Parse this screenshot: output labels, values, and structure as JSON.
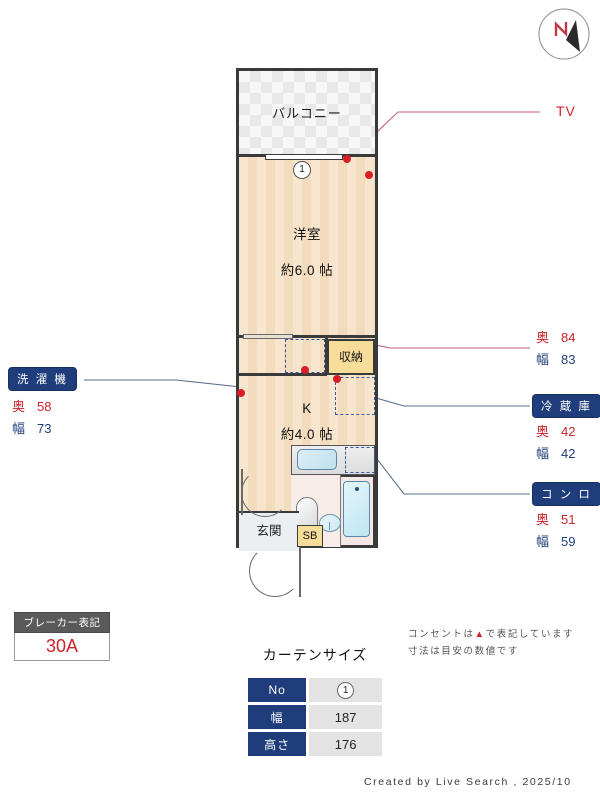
{
  "compass": {
    "north_letter": "N"
  },
  "plan": {
    "balcony_label": "バルコニー",
    "window_no": "1",
    "room1_name": "洋室",
    "room1_size": "約6.0 帖",
    "closet_label": "収納",
    "kitchen_name": "K",
    "kitchen_size": "約4.0 帖",
    "entrance_label": "玄関",
    "shoebox_label": "SB"
  },
  "callouts": {
    "tv": {
      "label": "TV"
    },
    "washer": {
      "tag": "洗 濯 機",
      "depth_key": "奥",
      "depth_value": "58",
      "width_key": "幅",
      "width_value": "73"
    },
    "closet_dims": {
      "depth_key": "奥",
      "depth_value": "84",
      "width_key": "幅",
      "width_value": "83"
    },
    "fridge": {
      "tag": "冷 蔵 庫",
      "depth_key": "奥",
      "depth_value": "42",
      "width_key": "幅",
      "width_value": "42"
    },
    "stove": {
      "tag": "コ ン ロ",
      "depth_key": "奥",
      "depth_value": "51",
      "width_key": "幅",
      "width_value": "59"
    }
  },
  "breaker": {
    "header": "ブレーカー表記",
    "value": "30A"
  },
  "curtain": {
    "title": "カーテンサイズ",
    "rows": [
      {
        "header": "No",
        "value": "1"
      },
      {
        "header": "幅",
        "value": "187"
      },
      {
        "header": "高さ",
        "value": "176"
      }
    ]
  },
  "notes": {
    "line1_prefix": "コンセントは",
    "line1_suffix": "で表記しています",
    "line2": "寸法は目安の数値です"
  },
  "footer": {
    "text": "Created by Live Search , 2025/10"
  },
  "colors": {
    "accent_blue": "#1f3d7a",
    "accent_red": "#cc2229",
    "outlet_red": "#d81f26",
    "floor": "#f7e6cd",
    "wall": "#3a3a3a"
  }
}
